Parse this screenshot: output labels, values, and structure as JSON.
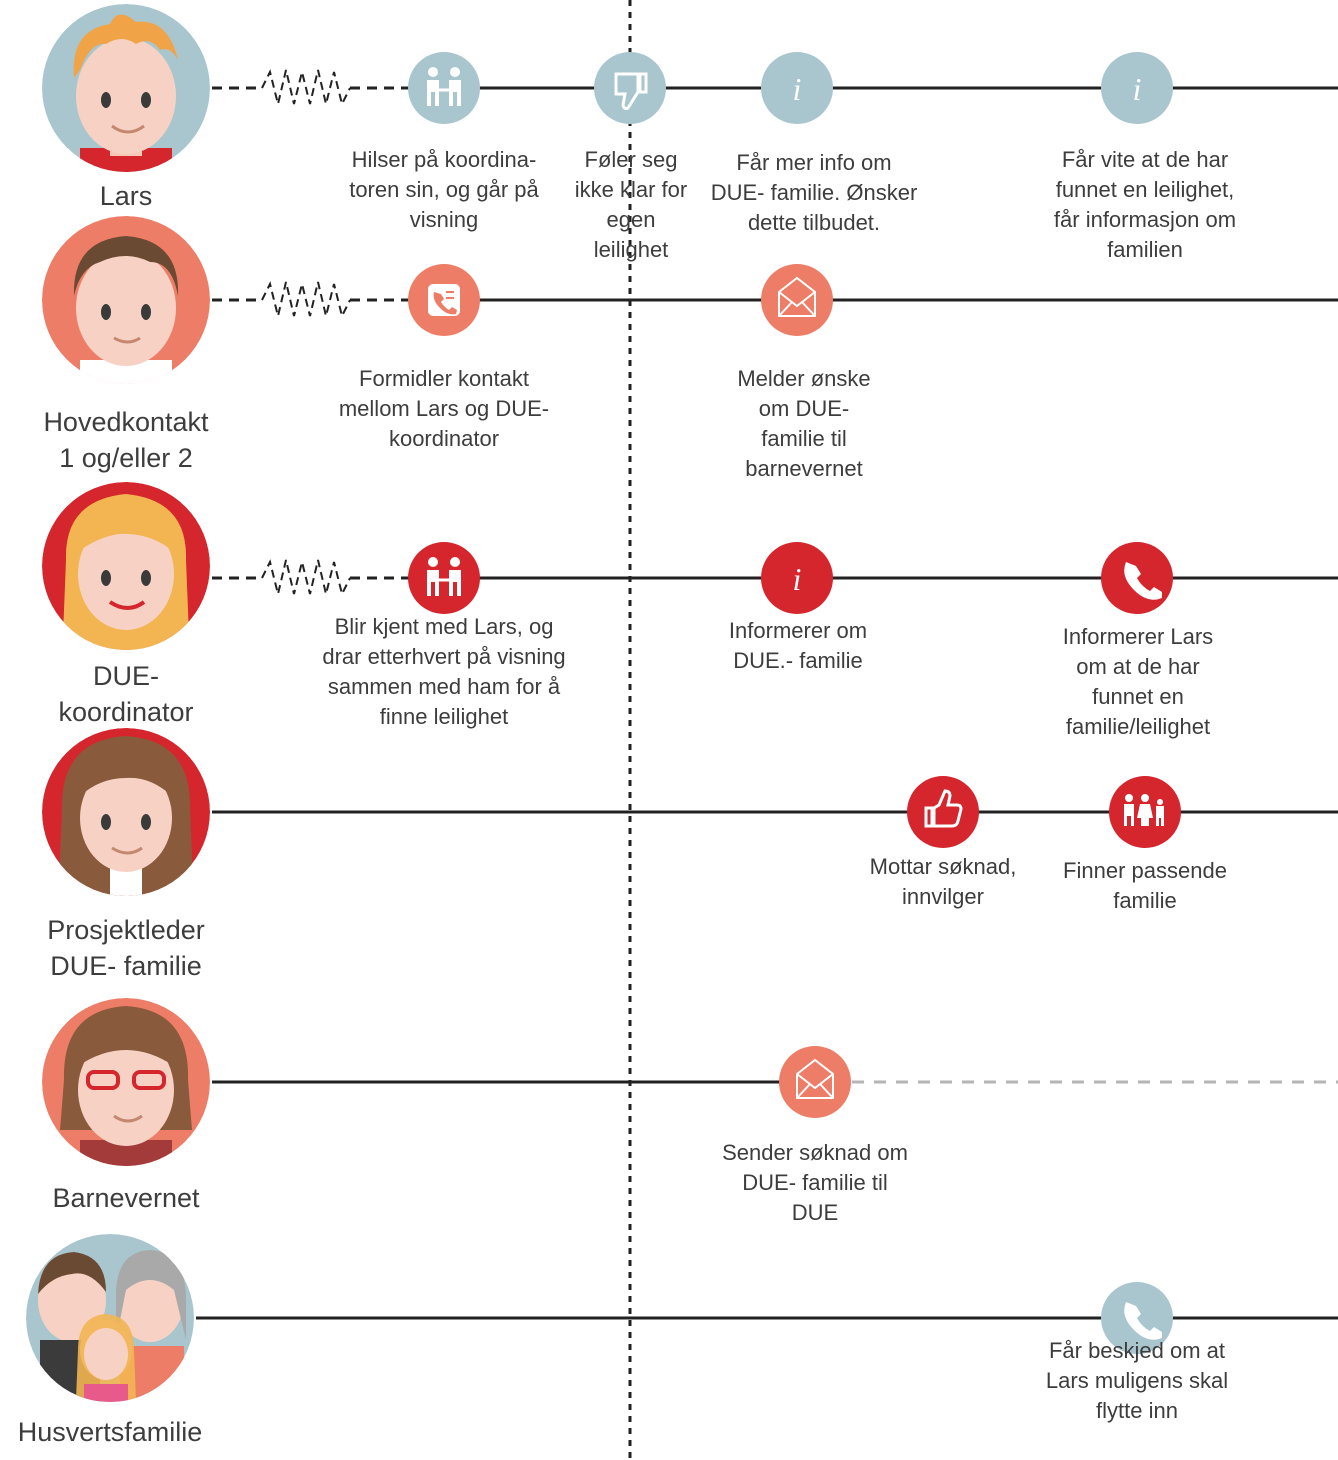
{
  "colors": {
    "grey_blue": "#a9c6cf",
    "salmon": "#ee7d67",
    "red": "#d5252d",
    "line": "#222222",
    "dashed": "#b5b5b5"
  },
  "actors": [
    {
      "id": "lars",
      "name": "Lars",
      "avatar": "boy-blond-avatar",
      "bg": "#a9c6cf"
    },
    {
      "id": "hovedkontakt",
      "name": "Hovedkontakt\n1 og/eller 2",
      "avatar": "man-brown-hair-avatar",
      "bg": "#ee7d67"
    },
    {
      "id": "due",
      "name": "DUE-\nkoordinator",
      "avatar": "woman-blonde-avatar",
      "bg": "#d5252d"
    },
    {
      "id": "prosjekt",
      "name": "Prosjektleder\nDUE- familie",
      "avatar": "woman-brown-curly-avatar",
      "bg": "#d5252d"
    },
    {
      "id": "barnevernet",
      "name": "Barnevernet",
      "avatar": "woman-glasses-avatar",
      "bg": "#ee7d67"
    },
    {
      "id": "husvert",
      "name": "Husvertsfamilie",
      "avatar": "family-avatar",
      "bg": "#a9c6cf"
    }
  ],
  "events": [
    {
      "icon": "handshake-icon",
      "text": "Hilser på koordina-\ntoren sin, og går på\nvisning"
    },
    {
      "icon": "thumbs-down-icon",
      "text": "Føler seg\nikke klar for\negen\nleilighet"
    },
    {
      "icon": "info-icon",
      "text": "Får mer info om\nDUE- familie. Ønsker\ndette tilbudet."
    },
    {
      "icon": "info-icon",
      "text": "Får vite at de har\nfunnet en leilighet,\nfår informasjon om\nfamilien"
    },
    {
      "icon": "phone-contact-icon",
      "text": "Formidler kontakt\nmellom Lars og DUE-\nkoordinator"
    },
    {
      "icon": "envelope-icon",
      "text": "Melder ønske\nom DUE-\nfamilie til\nbarnevernet"
    },
    {
      "icon": "handshake-icon",
      "text": "Blir kjent med Lars, og\ndrar etterhvert på visning\nsammen med ham for å\nfinne leilighet"
    },
    {
      "icon": "info-icon",
      "text": "Informerer om\nDUE.- familie"
    },
    {
      "icon": "phone-icon",
      "text": "Informerer Lars\nom at de har\nfunnet en\nfamilie/leilighet"
    },
    {
      "icon": "thumbs-up-icon",
      "text": "Mottar søknad,\ninnvilger"
    },
    {
      "icon": "family-icon",
      "text": "Finner passende\nfamilie"
    },
    {
      "icon": "envelope-icon",
      "text": "Sender søknad om\nDUE- familie til\nDUE"
    },
    {
      "icon": "phone-icon",
      "text": "Får beskjed om at\nLars muligens skal\nflytte inn"
    }
  ]
}
